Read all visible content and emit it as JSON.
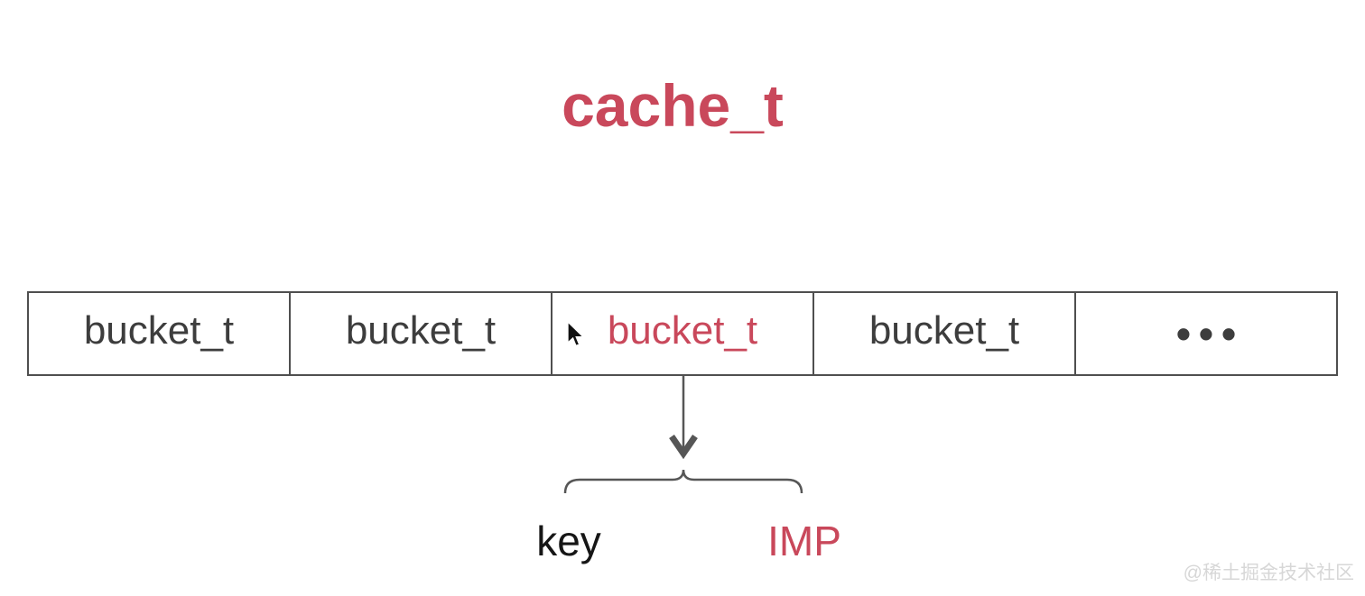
{
  "title": "cache_t",
  "colors": {
    "accent_red": "#c9485b",
    "text_dark": "#3d3d3d",
    "key_black": "#161616",
    "line_gray": "#565656",
    "border_gray": "#4f4f4f",
    "watermark_gray": "#d7d7d7",
    "background": "#ffffff"
  },
  "row": {
    "cells": [
      {
        "label": "bucket_t"
      },
      {
        "label": "bucket_t"
      },
      {
        "label": "bucket_t"
      },
      {
        "label": "bucket_t"
      },
      {
        "label": "•••"
      }
    ],
    "highlighted_index": 2
  },
  "annotation": {
    "key_label": "key",
    "imp_label": "IMP"
  },
  "watermark": "@稀土掘金技术社区"
}
